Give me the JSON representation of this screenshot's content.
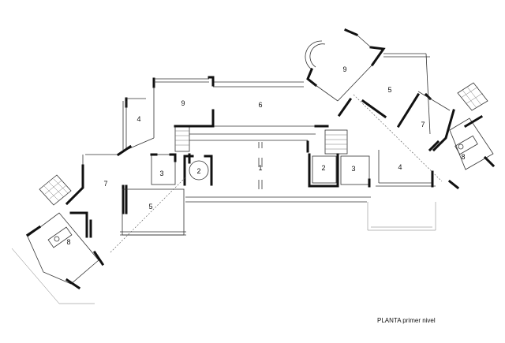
{
  "caption": "PLANTA primer nivel",
  "rooms": [
    {
      "label": "1"
    },
    {
      "label": "2"
    },
    {
      "label": "2"
    },
    {
      "label": "3"
    },
    {
      "label": "3"
    },
    {
      "label": "4"
    },
    {
      "label": "4"
    },
    {
      "label": "5"
    },
    {
      "label": "5"
    },
    {
      "label": "6"
    },
    {
      "label": "7"
    },
    {
      "label": "7"
    },
    {
      "label": "8"
    },
    {
      "label": "8"
    },
    {
      "label": "9"
    },
    {
      "label": "9"
    }
  ]
}
